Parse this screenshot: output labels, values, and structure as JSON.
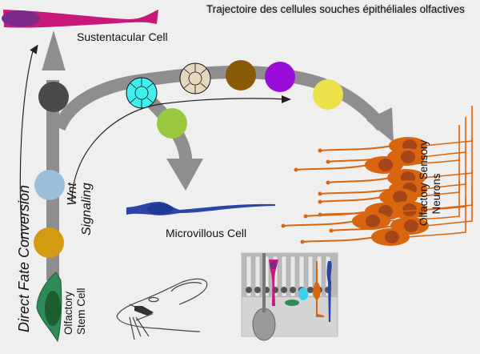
{
  "title": "Trajectoire des cellules souches épithéliales olfactives",
  "labels": {
    "sustentacular": "Sustentacular Cell",
    "microvillous": "Microvillous Cell",
    "osn_line1": "Olfactory Sensory",
    "osn_line2": "Neurons",
    "direct_fate": "Direct Fate Conversion",
    "wnt_line1": "Wnt",
    "wnt_line2": "Signaling",
    "stem_line1": "Olfactory",
    "stem_line2": "Stem Cell"
  },
  "colors": {
    "background": "#efefef",
    "path": "#8e8e91",
    "sustentacular": "#c8187a",
    "microvillous": "#2a44a8",
    "neuron": "#d9650f",
    "neuron_nucleus": "#a4461a",
    "stem": "#2e8b57",
    "stem_nucleus": "#1d5e2e",
    "stage_dark": "#4a4a4c",
    "stage_lightblue": "#9bbfd8",
    "stage_gold": "#d39b12",
    "stage_cyan": "#3ff0ee",
    "stage_beige": "#e6d8bf",
    "stage_brown": "#8a5a08",
    "stage_purple": "#9a0cd8",
    "stage_yellow": "#ece14a",
    "stage_green": "#98c93f"
  }
}
